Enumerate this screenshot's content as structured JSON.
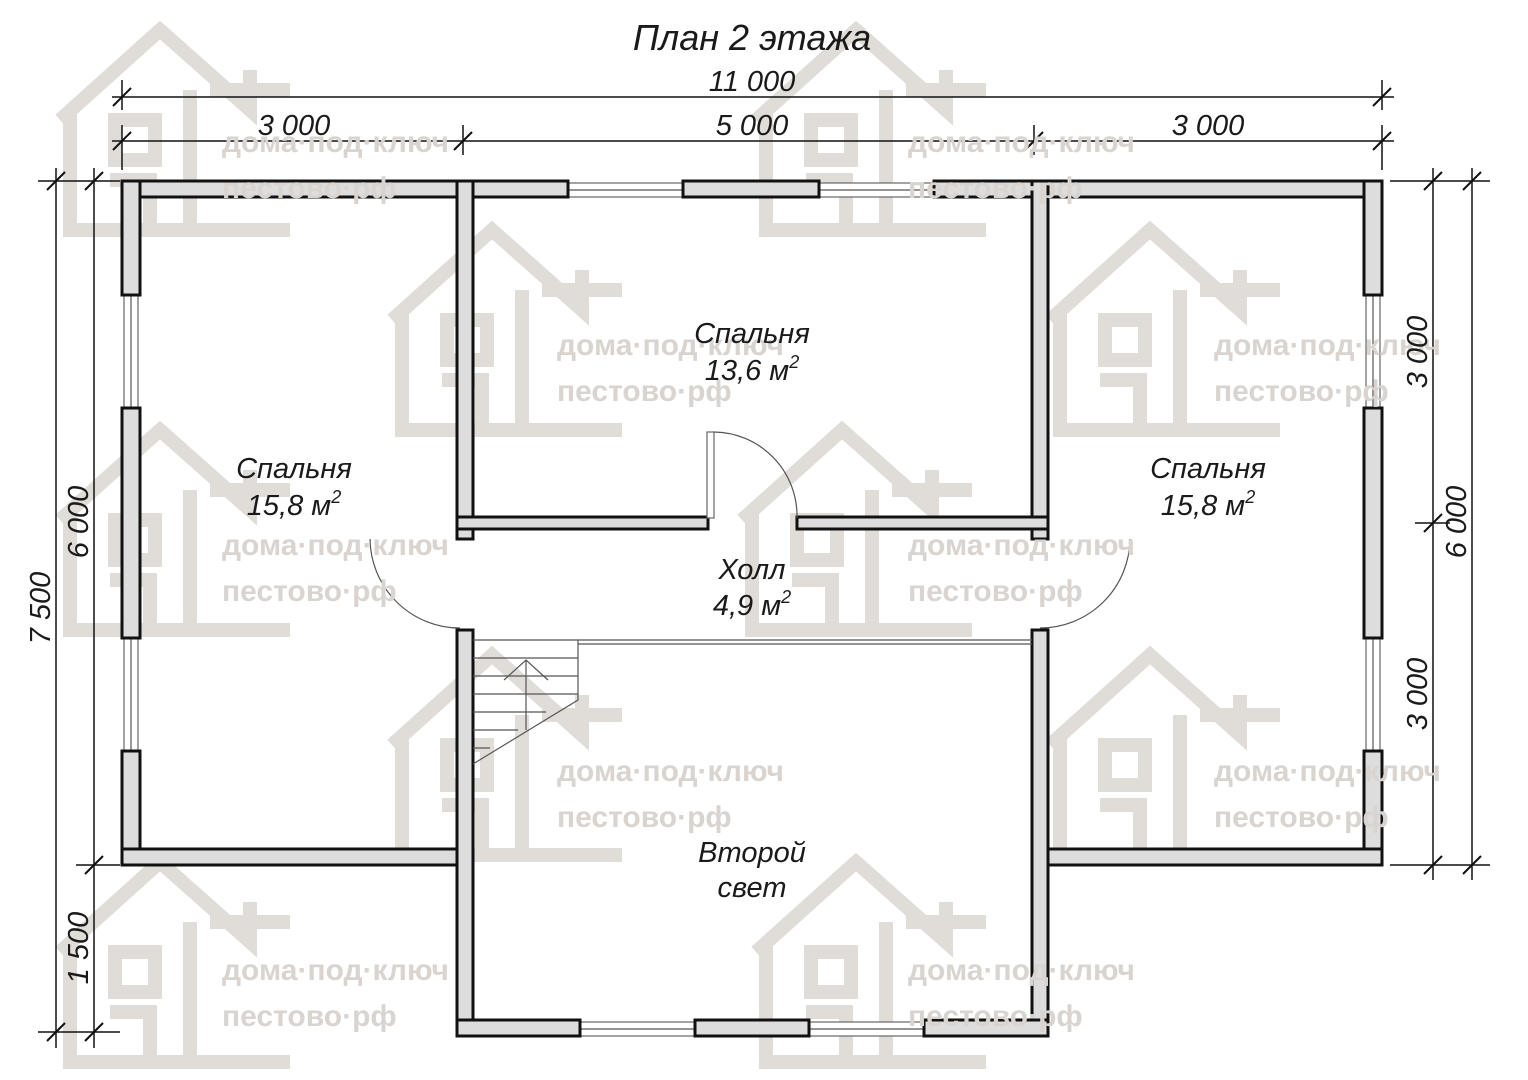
{
  "title": "План 2 этажа",
  "dimensions": {
    "top_total": "11 000",
    "top_left": "3 000",
    "top_middle": "5 000",
    "top_right": "3 000",
    "left_total": "7 500",
    "left_upper": "6 000",
    "left_lower": "1 500",
    "right_upper": "3 000",
    "right_lower": "3 000",
    "right_total": "6 000"
  },
  "rooms": {
    "bedroom_top": {
      "name": "Спальня",
      "area": "13,6 м",
      "sup": "2"
    },
    "bedroom_left": {
      "name": "Спальня",
      "area": "15,8 м",
      "sup": "2"
    },
    "bedroom_right": {
      "name": "Спальня",
      "area": "15,8 м",
      "sup": "2"
    },
    "hall": {
      "name": "Холл",
      "area": "4,9 м",
      "sup": "2"
    },
    "second_light": {
      "line1": "Второй",
      "line2": "свет"
    }
  },
  "watermark": {
    "line1": "дома·под·ключ",
    "line2": "пестово·рф"
  }
}
